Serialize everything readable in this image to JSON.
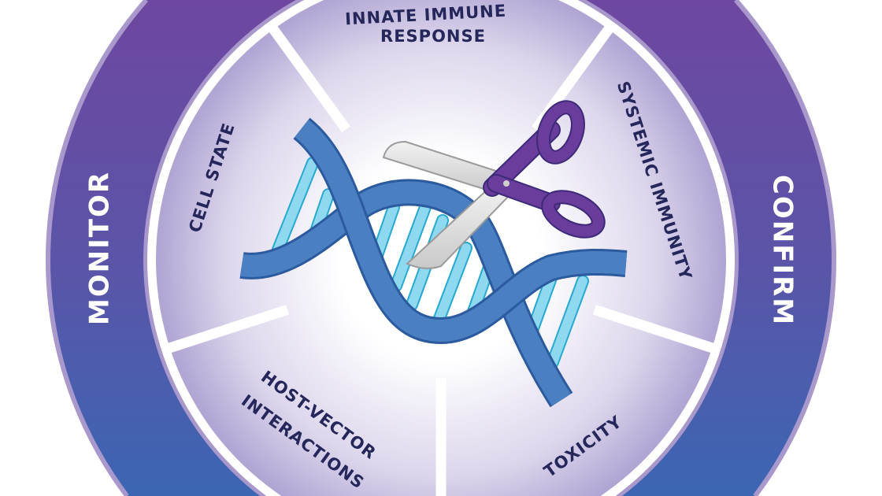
{
  "ring": {
    "left_label": "MONITOR",
    "right_label": "CONFIRM"
  },
  "segments": {
    "innate_line1": "INNATE IMMUNE",
    "innate_line2": "RESPONSE",
    "systemic": "SYSTEMIC IMMUNITY",
    "toxicity": "TOXICITY",
    "host_line1": "HOST-VECTOR",
    "host_line2": "INTERACTIONS",
    "cell_state": "CELL STATE"
  },
  "colors": {
    "ring_top": "#6a4a9f",
    "ring_bottom": "#3d64b1",
    "segment_edge": "#b1a6d4",
    "dna_strand": "#4a80c2",
    "dna_rung": "#8fd9f0",
    "scissors_handle": "#6a3c9c",
    "label_text": "#25265a"
  },
  "icons": [
    "dna-helix-icon",
    "scissors-icon"
  ]
}
